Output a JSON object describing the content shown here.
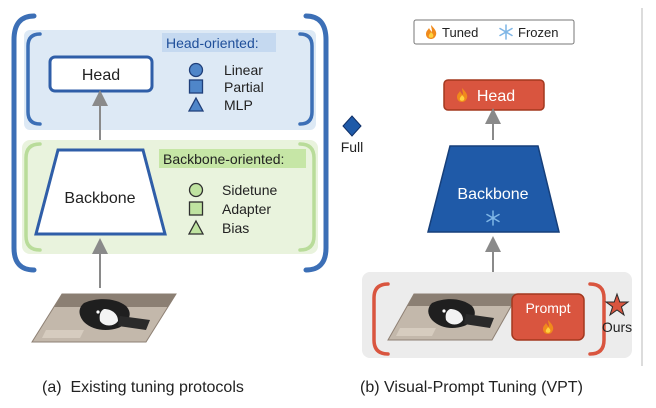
{
  "colors": {
    "bracket_blue": "#3c6fb6",
    "head_panel": "#dde9f5",
    "backbone_panel": "#e9f3dd",
    "green_outline": "#b9dc9a",
    "box_blue": "#2f5ea8",
    "dark_blue": "#1f5aa8",
    "red": "#d9553f",
    "grey_panel": "#ececec",
    "arrow": "#8a8a8a"
  },
  "left": {
    "head_label": "Head",
    "head_oriented_title": "Head-oriented:",
    "head_methods": [
      {
        "shape": "circle",
        "label": "Linear"
      },
      {
        "shape": "square",
        "label": "Partial"
      },
      {
        "shape": "triangle",
        "label": "MLP"
      }
    ],
    "backbone_label": "Backbone",
    "backbone_oriented_title": "Backbone-oriented:",
    "backbone_methods": [
      {
        "shape": "circle",
        "label": "Sidetune"
      },
      {
        "shape": "square",
        "label": "Adapter"
      },
      {
        "shape": "triangle",
        "label": "Bias"
      }
    ],
    "full_label": "Full",
    "input_image_icon": "dog-photo-icon"
  },
  "right": {
    "legend": {
      "tuned_icon": "fire-icon",
      "tuned": "Tuned",
      "frozen_icon": "snowflake-icon",
      "frozen": "Frozen"
    },
    "head_label": "Head",
    "backbone_label": "Backbone",
    "prompt_label": "Prompt",
    "ours_label": "Ours"
  },
  "captions": {
    "left": "(a)  Existing tuning protocols",
    "right": "(b) Visual-Prompt Tuning (VPT)"
  }
}
